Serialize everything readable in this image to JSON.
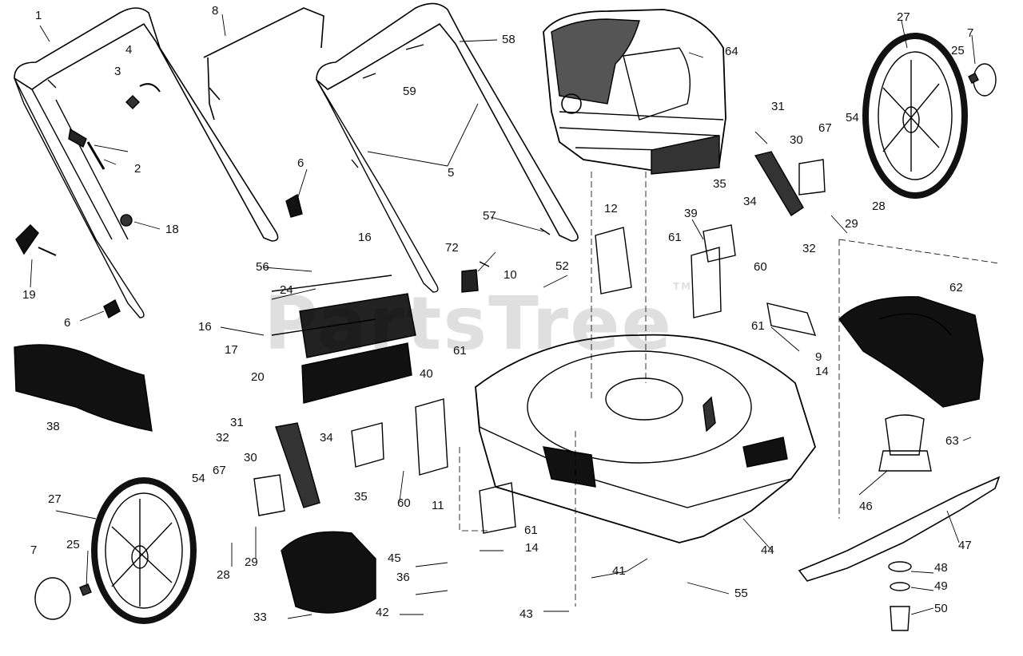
{
  "watermark": {
    "text": "PartsTree",
    "mark": "TM"
  },
  "callouts": [
    {
      "id": "c1",
      "text": "1"
    },
    {
      "id": "c8",
      "text": "8"
    },
    {
      "id": "c58",
      "text": "58"
    },
    {
      "id": "c64",
      "text": "64"
    },
    {
      "id": "c27a",
      "text": "27"
    },
    {
      "id": "c7a",
      "text": "7"
    },
    {
      "id": "c25a",
      "text": "25"
    },
    {
      "id": "c4",
      "text": "4"
    },
    {
      "id": "c3",
      "text": "3"
    },
    {
      "id": "c59",
      "text": "59"
    },
    {
      "id": "c2",
      "text": "2"
    },
    {
      "id": "c5",
      "text": "5"
    },
    {
      "id": "c6a",
      "text": "6"
    },
    {
      "id": "c31a",
      "text": "31"
    },
    {
      "id": "c67a",
      "text": "67"
    },
    {
      "id": "c54a",
      "text": "54"
    },
    {
      "id": "c30a",
      "text": "30"
    },
    {
      "id": "c35a",
      "text": "35"
    },
    {
      "id": "c34a",
      "text": "34"
    },
    {
      "id": "c28a",
      "text": "28"
    },
    {
      "id": "c29a",
      "text": "29"
    },
    {
      "id": "c12",
      "text": "12"
    },
    {
      "id": "c57",
      "text": "57"
    },
    {
      "id": "c18",
      "text": "18"
    },
    {
      "id": "c39",
      "text": "39"
    },
    {
      "id": "c61a",
      "text": "61"
    },
    {
      "id": "c32a",
      "text": "32"
    },
    {
      "id": "c16a",
      "text": "16"
    },
    {
      "id": "c72",
      "text": "72"
    },
    {
      "id": "c10",
      "text": "10"
    },
    {
      "id": "c52",
      "text": "52"
    },
    {
      "id": "c60a",
      "text": "60"
    },
    {
      "id": "c19",
      "text": "19"
    },
    {
      "id": "c56",
      "text": "56"
    },
    {
      "id": "c62",
      "text": "62"
    },
    {
      "id": "c24",
      "text": "24"
    },
    {
      "id": "c6b",
      "text": "6"
    },
    {
      "id": "c16b",
      "text": "16"
    },
    {
      "id": "c61b",
      "text": "61"
    },
    {
      "id": "c17",
      "text": "17"
    },
    {
      "id": "c9",
      "text": "9"
    },
    {
      "id": "c40",
      "text": "40"
    },
    {
      "id": "c61c",
      "text": "61"
    },
    {
      "id": "c14a",
      "text": "14"
    },
    {
      "id": "c20",
      "text": "20"
    },
    {
      "id": "c38",
      "text": "38"
    },
    {
      "id": "c31b",
      "text": "31"
    },
    {
      "id": "c32b",
      "text": "32"
    },
    {
      "id": "c34b",
      "text": "34"
    },
    {
      "id": "c63",
      "text": "63"
    },
    {
      "id": "c30b",
      "text": "30"
    },
    {
      "id": "c54b",
      "text": "54"
    },
    {
      "id": "c67b",
      "text": "67"
    },
    {
      "id": "c35b",
      "text": "35"
    },
    {
      "id": "c60b",
      "text": "60"
    },
    {
      "id": "c11",
      "text": "11"
    },
    {
      "id": "c46",
      "text": "46"
    },
    {
      "id": "c27b",
      "text": "27"
    },
    {
      "id": "c61d",
      "text": "61"
    },
    {
      "id": "c44",
      "text": "44"
    },
    {
      "id": "c47",
      "text": "47"
    },
    {
      "id": "c7b",
      "text": "7"
    },
    {
      "id": "c25b",
      "text": "25"
    },
    {
      "id": "c14b",
      "text": "14"
    },
    {
      "id": "c45",
      "text": "45"
    },
    {
      "id": "c28b",
      "text": "28"
    },
    {
      "id": "c29b",
      "text": "29"
    },
    {
      "id": "c41",
      "text": "41"
    },
    {
      "id": "c36",
      "text": "36"
    },
    {
      "id": "c48",
      "text": "48"
    },
    {
      "id": "c55",
      "text": "55"
    },
    {
      "id": "c49",
      "text": "49"
    },
    {
      "id": "c33",
      "text": "33"
    },
    {
      "id": "c42",
      "text": "42"
    },
    {
      "id": "c43",
      "text": "43"
    },
    {
      "id": "c50",
      "text": "50"
    }
  ]
}
